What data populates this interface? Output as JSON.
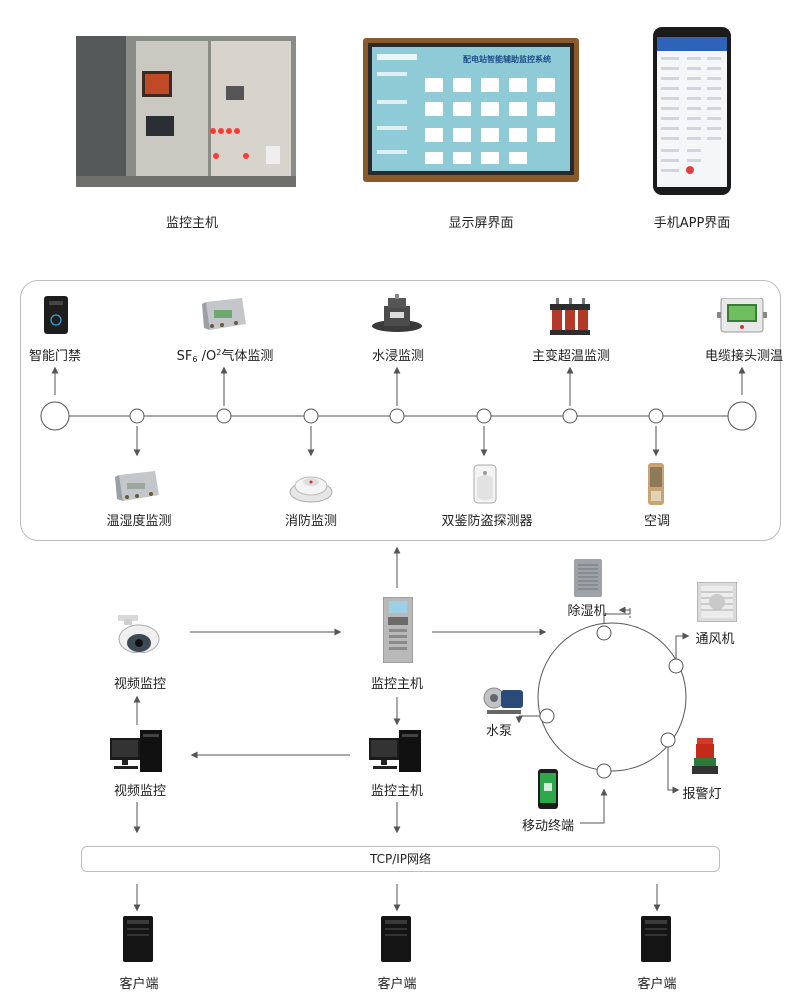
{
  "top": {
    "host_caption": "监控主机",
    "screen_caption": "显示屏界面",
    "app_caption": "手机APP界面",
    "screen_title": "配电站智能辅助监控系统"
  },
  "bus": {
    "access_control": "智能门禁",
    "gas_prefix": "SF",
    "gas_sub": "6",
    "gas_mid": " /O",
    "gas_sup": "2",
    "gas_suffix": "气体监测",
    "water_leak": "水浸监测",
    "transformer_temp": "主变超温监测",
    "cable_temp": "电缆接头测温",
    "temp_humidity": "温湿度监测",
    "fire": "消防监测",
    "intrusion": "双鉴防盗探测器",
    "ac": "空调"
  },
  "middle": {
    "camera_label": "视频监控",
    "host_label": "监控主机",
    "video_pc_label": "视频监控",
    "host_pc_label": "监控主机"
  },
  "ring": {
    "dehumidifier": "除湿机",
    "fan": "通风机",
    "pump": "水泵",
    "alarm_light": "报警灯",
    "mobile": "移动终端"
  },
  "network": {
    "label": "TCP/IP网络",
    "client1": "客户端",
    "client2": "客户端",
    "client3": "客户端"
  },
  "colors": {
    "line": "#555555",
    "panel_border": "#bdbdbd",
    "screen_bg": "#8fcbd6",
    "screen_frame": "#8b5a2b"
  }
}
